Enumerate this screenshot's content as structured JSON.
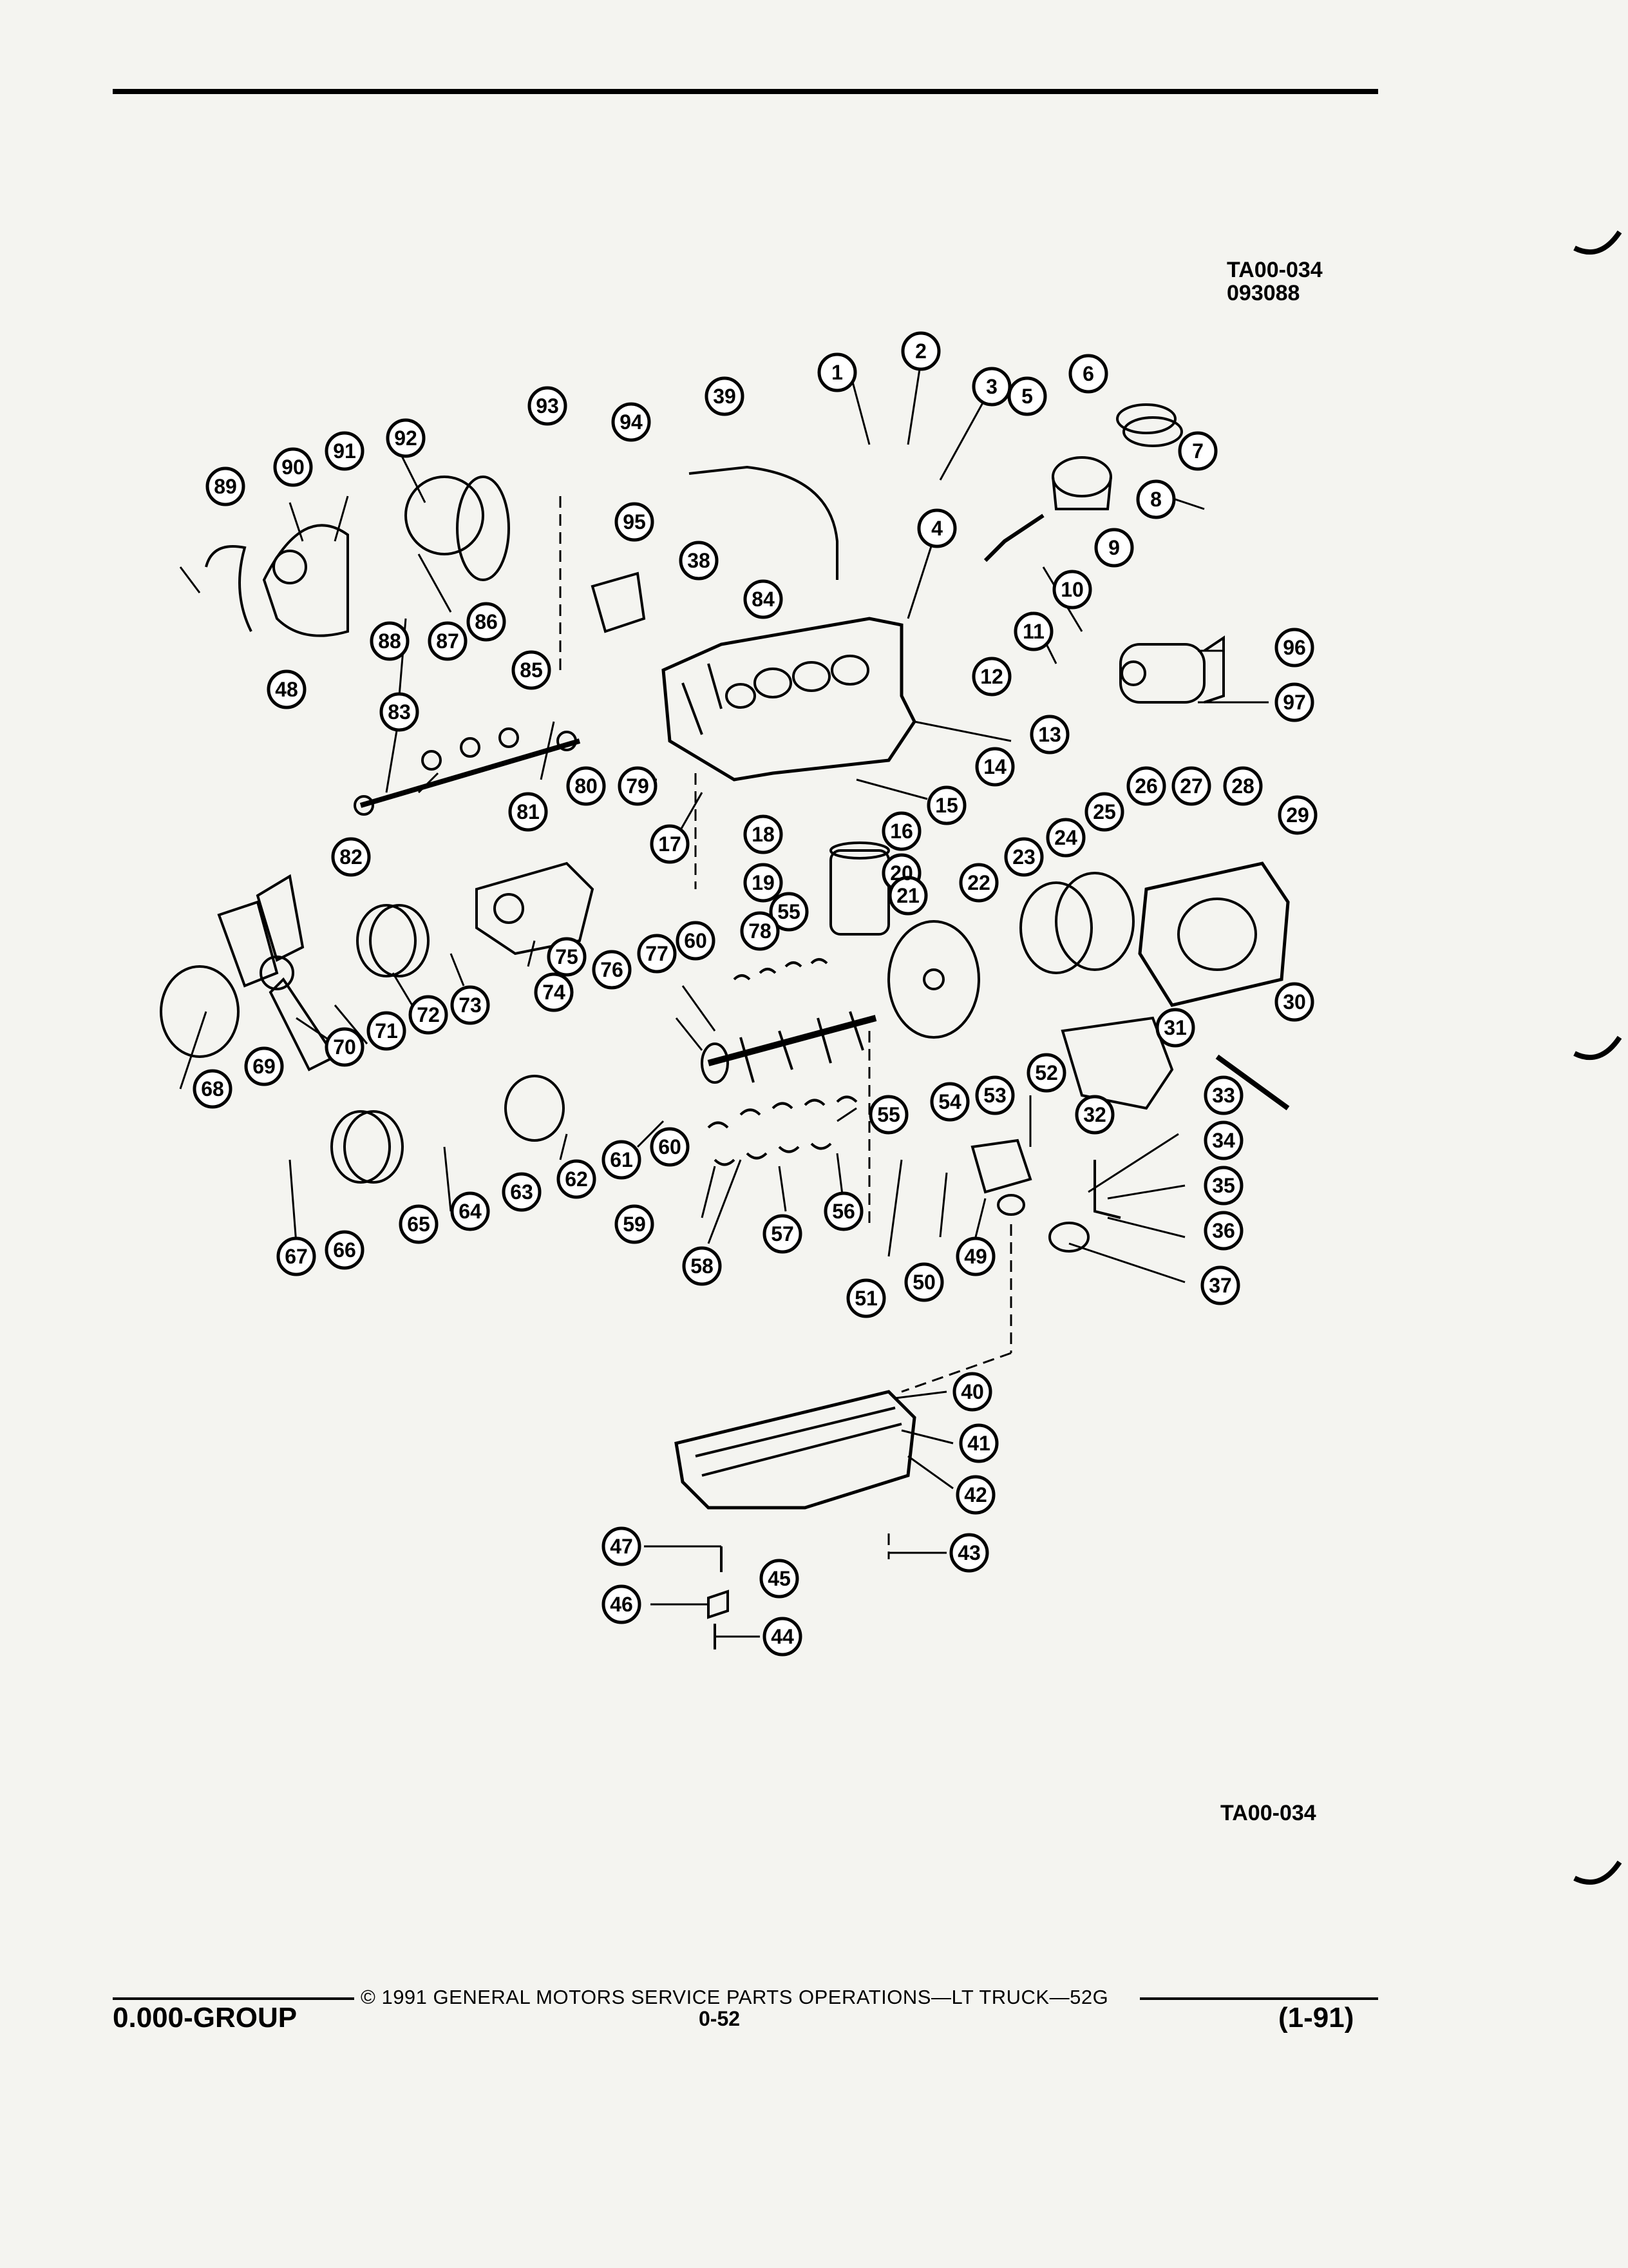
{
  "figure": {
    "id_top": "TA00-034",
    "date_code": "093088",
    "id_bottom": "TA00-034"
  },
  "callouts": [
    "1",
    "2",
    "3",
    "4",
    "5",
    "6",
    "7",
    "8",
    "9",
    "10",
    "11",
    "12",
    "13",
    "14",
    "15",
    "16",
    "17",
    "18",
    "19",
    "20",
    "21",
    "22",
    "23",
    "24",
    "25",
    "26",
    "27",
    "28",
    "29",
    "30",
    "31",
    "32",
    "33",
    "34",
    "35",
    "36",
    "37",
    "38",
    "39",
    "40",
    "41",
    "42",
    "43",
    "44",
    "45",
    "46",
    "47",
    "48",
    "49",
    "50",
    "51",
    "52",
    "53",
    "54",
    "55",
    "55",
    "56",
    "57",
    "58",
    "59",
    "60",
    "60",
    "61",
    "62",
    "63",
    "64",
    "65",
    "66",
    "67",
    "68",
    "69",
    "70",
    "71",
    "72",
    "73",
    "74",
    "75",
    "76",
    "77",
    "78",
    "79",
    "80",
    "81",
    "82",
    "83",
    "84",
    "85",
    "86",
    "87",
    "88",
    "89",
    "90",
    "91",
    "92",
    "93",
    "94",
    "95",
    "96",
    "97"
  ],
  "footer": {
    "copyright": "© 1991 GENERAL MOTORS SERVICE PARTS OPERATIONS—LT TRUCK—52G",
    "group": "0.000-GROUP",
    "page": "0-52",
    "revision": "(1-91)"
  }
}
